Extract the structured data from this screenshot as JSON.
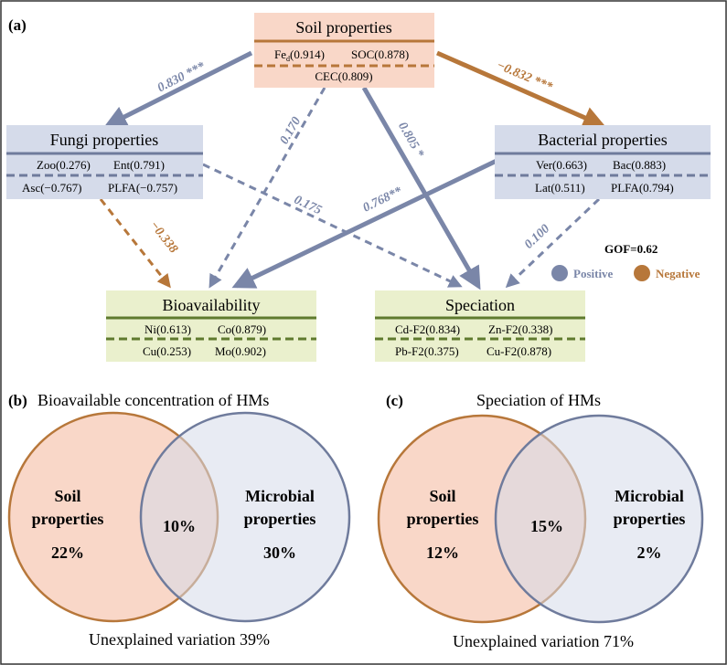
{
  "panel_a": {
    "label": "(a)",
    "gof": "GOF=0.62",
    "legend": {
      "positive_label": "Positive",
      "negative_label": "Negative",
      "positive_color": "#7a86a8",
      "negative_color": "#b7773a"
    },
    "colors": {
      "soil_fill": "#f9d7c8",
      "soil_line": "#b7773a",
      "micro_fill": "#d5dbea",
      "micro_line": "#6f7b9c",
      "target_fill": "#eaf0cd",
      "target_line": "#5f7a2e",
      "positive": "#7a86a8",
      "negative": "#b7773a"
    },
    "nodes": {
      "soil": {
        "title": "Soil properties",
        "row1_a_main": "Fe",
        "row1_a_sub": "d",
        "row1_a_value": "(0.914)",
        "row1_b": "SOC(0.878)",
        "row2": "CEC(0.809)"
      },
      "fungi": {
        "title": "Fungi properties",
        "row1_a": "Zoo(0.276)",
        "row1_b": "Ent(0.791)",
        "row2_a": "Asc(−0.767)",
        "row2_b": "PLFA(−0.757)"
      },
      "bacteria": {
        "title": "Bacterial properties",
        "row1_a": "Ver(0.663)",
        "row1_b": "Bac(0.883)",
        "row2_a": "Lat(0.511)",
        "row2_b": "PLFA(0.794)"
      },
      "bioavailability": {
        "title": "Bioavailability",
        "row1_a": "Ni(0.613)",
        "row1_b": "Co(0.879)",
        "row2_a": "Cu(0.253)",
        "row2_b": "Mo(0.902)"
      },
      "speciation": {
        "title": "Speciation",
        "row1_a": "Cd-F2(0.834)",
        "row1_b": "Zn-F2(0.338)",
        "row2_a": "Pb-F2(0.375)",
        "row2_b": "Cu-F2(0.878)"
      }
    },
    "paths": [
      {
        "from": "Soil properties",
        "to": "Fungi properties",
        "coefficient": "0.830 ***",
        "sign": "positive",
        "significant": true
      },
      {
        "from": "Soil properties",
        "to": "Bacterial properties",
        "coefficient": "−0.832 ***",
        "sign": "negative",
        "significant": true
      },
      {
        "from": "Soil properties",
        "to": "Bioavailability",
        "coefficient": "0.170",
        "sign": "positive",
        "significant": false
      },
      {
        "from": "Soil properties",
        "to": "Speciation",
        "coefficient": "0.805 *",
        "sign": "positive",
        "significant": true
      },
      {
        "from": "Fungi properties",
        "to": "Bioavailability",
        "coefficient": "−0.338",
        "sign": "negative",
        "significant": false
      },
      {
        "from": "Fungi properties",
        "to": "Speciation",
        "coefficient": "0.175",
        "sign": "positive",
        "significant": false
      },
      {
        "from": "Bacterial properties",
        "to": "Bioavailability",
        "coefficient": "0.768**",
        "sign": "positive",
        "significant": true
      },
      {
        "from": "Bacterial properties",
        "to": "Speciation",
        "coefficient": "0.100",
        "sign": "positive",
        "significant": false
      }
    ]
  },
  "panel_b": {
    "label": "(b)",
    "title": "Bioavailable concentration of HMs",
    "left_line1": "Soil",
    "left_line2": "properties",
    "left_value": "22%",
    "overlap_value": "10%",
    "right_line1": "Microbial",
    "right_line2": "properties",
    "right_value": "30%",
    "unexplained": "Unexplained variation 39%"
  },
  "panel_c": {
    "label": "(c)",
    "title": "Speciation of HMs",
    "left_line1": "Soil",
    "left_line2": "properties",
    "left_value": "12%",
    "overlap_value": "15%",
    "right_line1": "Microbial",
    "right_line2": "properties",
    "right_value": "2%",
    "unexplained": "Unexplained variation 71%"
  }
}
